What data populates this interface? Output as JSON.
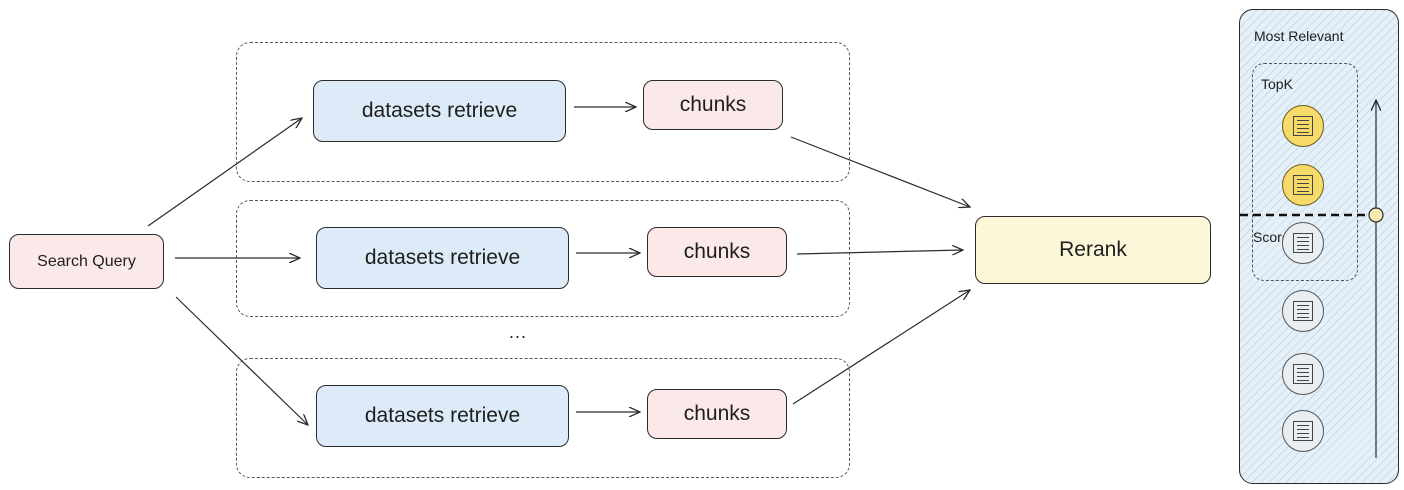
{
  "search_query": "Search Query",
  "pipelines": [
    {
      "retrieve": "datasets retrieve",
      "chunks": "chunks"
    },
    {
      "retrieve": "datasets retrieve",
      "chunks": "chunks"
    },
    {
      "retrieve": "datasets retrieve",
      "chunks": "chunks"
    }
  ],
  "ellipsis": "...",
  "rerank": "Rerank",
  "panel": {
    "title": "Most Relevant",
    "topk_label": "TopK",
    "score_label": "Score",
    "documents": [
      {
        "highlighted": true,
        "icon": "document-icon"
      },
      {
        "highlighted": true,
        "icon": "document-icon"
      },
      {
        "highlighted": false,
        "icon": "document-icon"
      },
      {
        "highlighted": false,
        "icon": "document-icon"
      },
      {
        "highlighted": false,
        "icon": "document-icon"
      },
      {
        "highlighted": false,
        "icon": "document-icon"
      }
    ]
  },
  "colors": {
    "query_fill": "#fbe8e9",
    "retrieve_fill": "#dcebf7",
    "chunks_fill": "#fbe8e9",
    "rerank_fill": "#fbf7d8",
    "panel_fill": "#e5f0f8",
    "topk_doc_fill": "#f6db6b",
    "stroke": "#2b2b2b"
  }
}
